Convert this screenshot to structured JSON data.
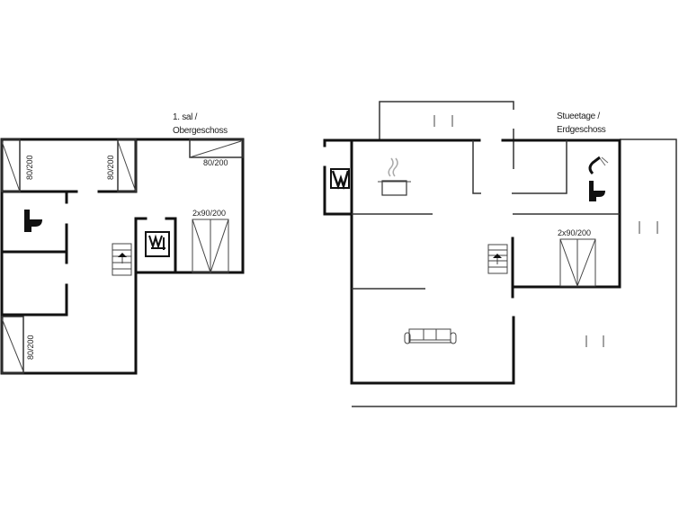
{
  "upper_floor": {
    "title_line1": "1. sal /",
    "title_line2": "Obergeschoss",
    "beds": [
      "80/200",
      "80/200",
      "80/200",
      "80/200",
      "2x90/200"
    ]
  },
  "ground_floor": {
    "title_line1": "Stueetage /",
    "title_line2": "Erdgeschoss",
    "beds": [
      "2x90/200"
    ]
  }
}
